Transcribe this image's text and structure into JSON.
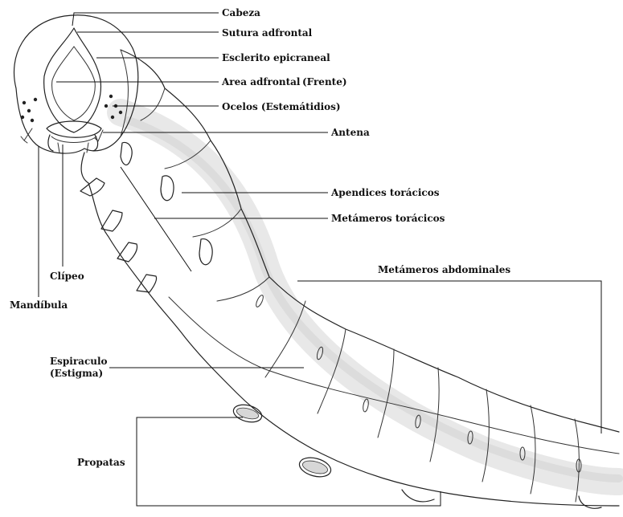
{
  "diagram": {
    "labels": {
      "cabeza": "Cabeza",
      "sutura": "Sutura adfrontal",
      "esclerito": "Esclerito epicraneal",
      "area": "Area adfrontal",
      "frente": "(Frente)",
      "ocelos": "Ocelos (Estemátidios)",
      "antena": "Antena",
      "apendices": "Apendices torácicos",
      "met_toracicos": "Metámeros torácicos",
      "met_abdominales": "Metámeros abdominales",
      "clipeo": "Clípeo",
      "mandibula": "Mandíbula",
      "espiraculo": "Espiraculo",
      "estigma": "(Estigma)",
      "propatas": "Propatas"
    }
  }
}
